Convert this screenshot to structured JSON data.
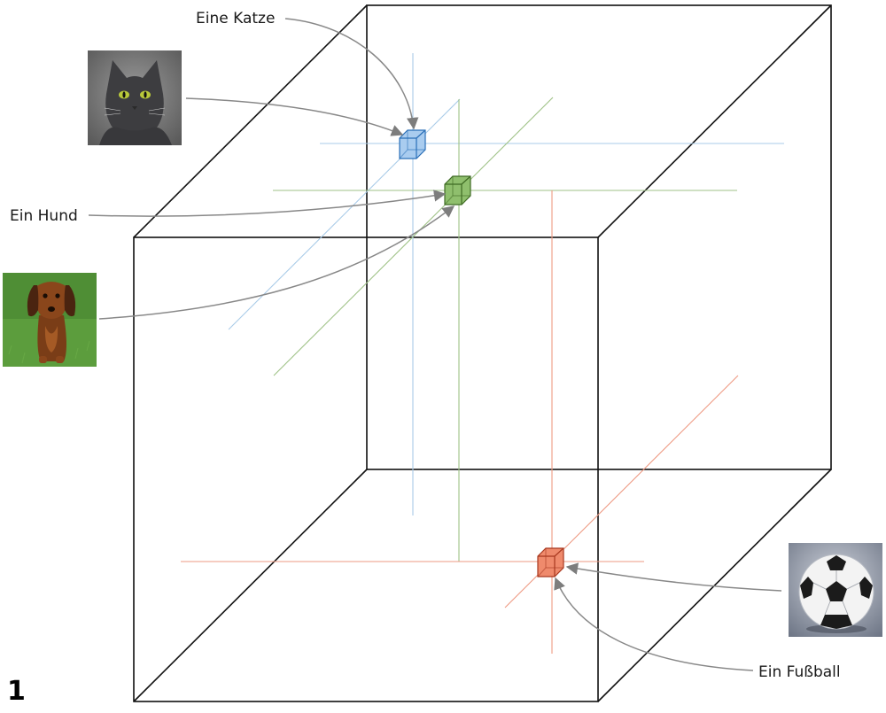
{
  "figure": {
    "number": "1",
    "edge_color": "#111111",
    "arrow_color": "#888888"
  },
  "labels": {
    "cat": "Eine Katze",
    "dog": "Ein Hund",
    "ball": "Ein Fußball"
  },
  "points": {
    "cat": {
      "color": "#2a7bd1",
      "fill": "#a9ccef",
      "label_key": "cat"
    },
    "dog": {
      "color": "#4a7a2c",
      "fill": "#8fbf6d",
      "label_key": "dog"
    },
    "ball": {
      "color": "#c6452a",
      "fill": "#ef8a6c",
      "label_key": "ball"
    }
  },
  "images": {
    "cat": {
      "icon": "cat-photo-icon"
    },
    "dog": {
      "icon": "dachshund-photo-icon"
    },
    "ball": {
      "icon": "soccer-ball-photo-icon"
    }
  }
}
